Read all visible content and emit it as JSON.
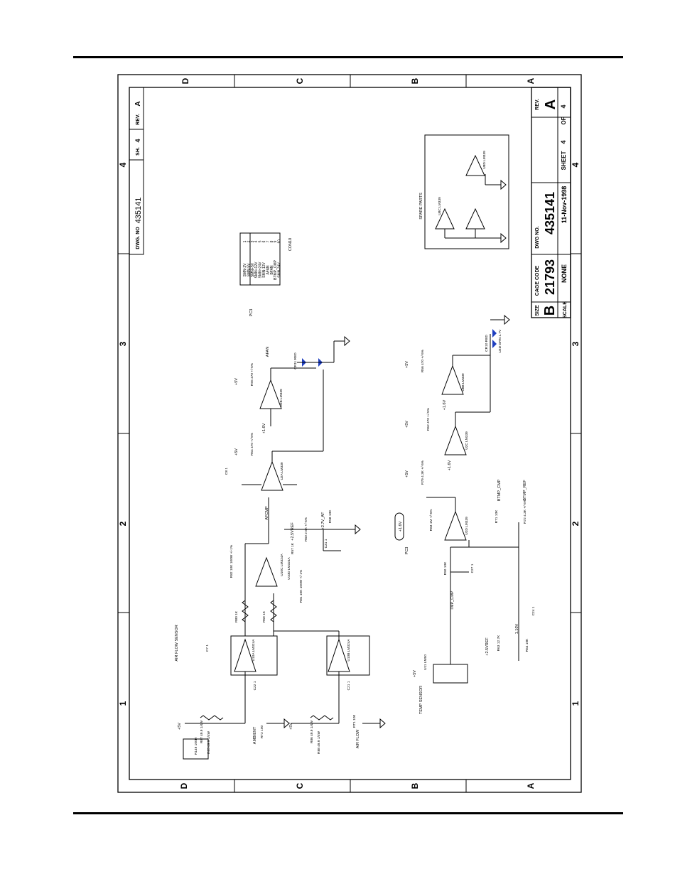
{
  "zones": {
    "rows": [
      "D",
      "C",
      "B",
      "A"
    ],
    "cols": [
      "1",
      "2",
      "3",
      "4"
    ]
  },
  "title_block": {
    "size_label": "SIZE",
    "size": "B",
    "cage_code_label": "CAGE CODE",
    "cage_code": "21793",
    "dwg_no_label": "DWG NO.",
    "dwg_no": "435141",
    "rev_label": "REV.",
    "rev": "A",
    "scale_label": "SCALE",
    "scale": "NONE",
    "date": "11-Nov-1998",
    "sheet_label": "SHEET",
    "sheet": "4",
    "of_label": "OF",
    "of": "4"
  },
  "corner_block": {
    "rev_label": "REV.",
    "rev": "A",
    "sh_label": "SH.",
    "sh": "4",
    "dwg_no_label": "DWG. NO",
    "dwg_no": "435141"
  },
  "sections": {
    "air_flow_sensor": "AIR FLOW SENSOR",
    "temp_sensor": "TEMP SENSOR",
    "spare_parts": "SPARE PARTS",
    "ambient": "AMBIENT",
    "air_flow": "AIR FLOW"
  },
  "nets": {
    "afcmp": "AFCMP",
    "afan": "AFAN",
    "tmp_cmp": "TMP_CMP",
    "btmp_cmp": "BTMP_CMP",
    "btmp_ref": "BTMP_REF",
    "ref_2v5": "+2.5VREF",
    "v2_7_af": "+2.7V_AF",
    "v1_6": "+1.6V",
    "v1_6v": "+1.6V",
    "v1_10": "1.10V",
    "p5v": "+5V"
  },
  "connectors": {
    "pc3_label": "PC3",
    "pc3_value": "+1.6V",
    "con10_label": "CON10",
    "con10_ref": "PC3",
    "con10_pins": [
      "1",
      "2",
      "3",
      "4",
      "5",
      "6",
      "7",
      "8",
      "9",
      "10"
    ],
    "con10_signals": [
      "SMN-2V",
      "SMN-5V",
      "SMN+5V",
      "SMN+12V",
      "SMN+24V",
      "SMN-12V",
      "AFAN",
      "BFAN",
      "BTMP_CMP",
      "SMN-24V"
    ]
  },
  "components": [
    {
      "ref": "R87",
      "value": "49.9",
      "extra": "1/4W"
    },
    {
      "ref": "R86",
      "value": "49.9",
      "extra": "1/4W"
    },
    {
      "ref": "R88",
      "value": "49.9",
      "extra": "1/4W"
    },
    {
      "ref": "R85",
      "value": "49.9",
      "extra": "1/4W"
    },
    {
      "ref": "R149",
      "value": "100H",
      "extra": ""
    },
    {
      "ref": "RT2",
      "value": "100",
      "extra": ""
    },
    {
      "ref": "RT1",
      "value": "100",
      "extra": ""
    },
    {
      "ref": "C22",
      "value": "1",
      "extra": ""
    },
    {
      "ref": "C21",
      "value": "1",
      "extra": ""
    },
    {
      "ref": "C7",
      "value": "1",
      "extra": ""
    },
    {
      "ref": "C8",
      "value": "1",
      "extra": ""
    },
    {
      "ref": "C31",
      "value": "1",
      "extra": ""
    },
    {
      "ref": "C27",
      "value": "1",
      "extra": ""
    },
    {
      "ref": "C24",
      "value": "1",
      "extra": ""
    },
    {
      "ref": "U10A",
      "value": "LM324A",
      "extra": ""
    },
    {
      "ref": "U10B",
      "value": "LM324A",
      "extra": ""
    },
    {
      "ref": "U10C",
      "value": "LM324A",
      "extra": ""
    },
    {
      "ref": "U10D",
      "value": "LM324A",
      "extra": ""
    },
    {
      "ref": "U2A",
      "value": "LM339",
      "extra": ""
    },
    {
      "ref": "U2B",
      "value": "LM339",
      "extra": ""
    },
    {
      "ref": "U2C",
      "value": "LM339",
      "extra": ""
    },
    {
      "ref": "U2D",
      "value": "LM339",
      "extra": ""
    },
    {
      "ref": "U8B",
      "value": "LM339",
      "extra": ""
    },
    {
      "ref": "U8C",
      "value": "LM339",
      "extra": ""
    },
    {
      "ref": "U8D",
      "value": "LM339",
      "extra": ""
    },
    {
      "ref": "R80",
      "value": "1K",
      "extra": ""
    },
    {
      "ref": "R59",
      "value": "1K",
      "extra": ""
    },
    {
      "ref": "R82",
      "value": "10K",
      "extra": "100W +/-1%"
    },
    {
      "ref": "R81",
      "value": "10K",
      "extra": "100W +/-1%"
    },
    {
      "ref": "R57",
      "value": "1K",
      "extra": ""
    },
    {
      "ref": "R60",
      "value": "2.5K",
      "extra": "+/-5%"
    },
    {
      "ref": "R58",
      "value": "10K",
      "extra": ""
    },
    {
      "ref": "R54",
      "value": "470",
      "extra": "+/-5%"
    },
    {
      "ref": "R55",
      "value": "470",
      "extra": "+/-5%"
    },
    {
      "ref": "R79",
      "value": "4.3K",
      "extra": "+/-5%"
    },
    {
      "ref": "R83",
      "value": "1M",
      "extra": "+/-5%"
    },
    {
      "ref": "R90",
      "value": "10K",
      "extra": ""
    },
    {
      "ref": "R71",
      "value": "10K",
      "extra": ""
    },
    {
      "ref": "R72",
      "value": "4.3K",
      "extra": "+/-5%"
    },
    {
      "ref": "R62",
      "value": "470",
      "extra": "+/-5%"
    },
    {
      "ref": "R56",
      "value": "470",
      "extra": "+/-5%"
    },
    {
      "ref": "R63",
      "value": "12.7K",
      "extra": ""
    },
    {
      "ref": "R64",
      "value": "10K",
      "extra": ""
    },
    {
      "ref": "U11",
      "value": "LM50",
      "extra": ""
    },
    {
      "ref": "CR11",
      "value": "RED",
      "extra": ""
    },
    {
      "ref": "CR10",
      "value": "RED",
      "extra": ""
    },
    {
      "ref": "LED",
      "value": "GRN",
      "extra": "1.7V"
    }
  ]
}
